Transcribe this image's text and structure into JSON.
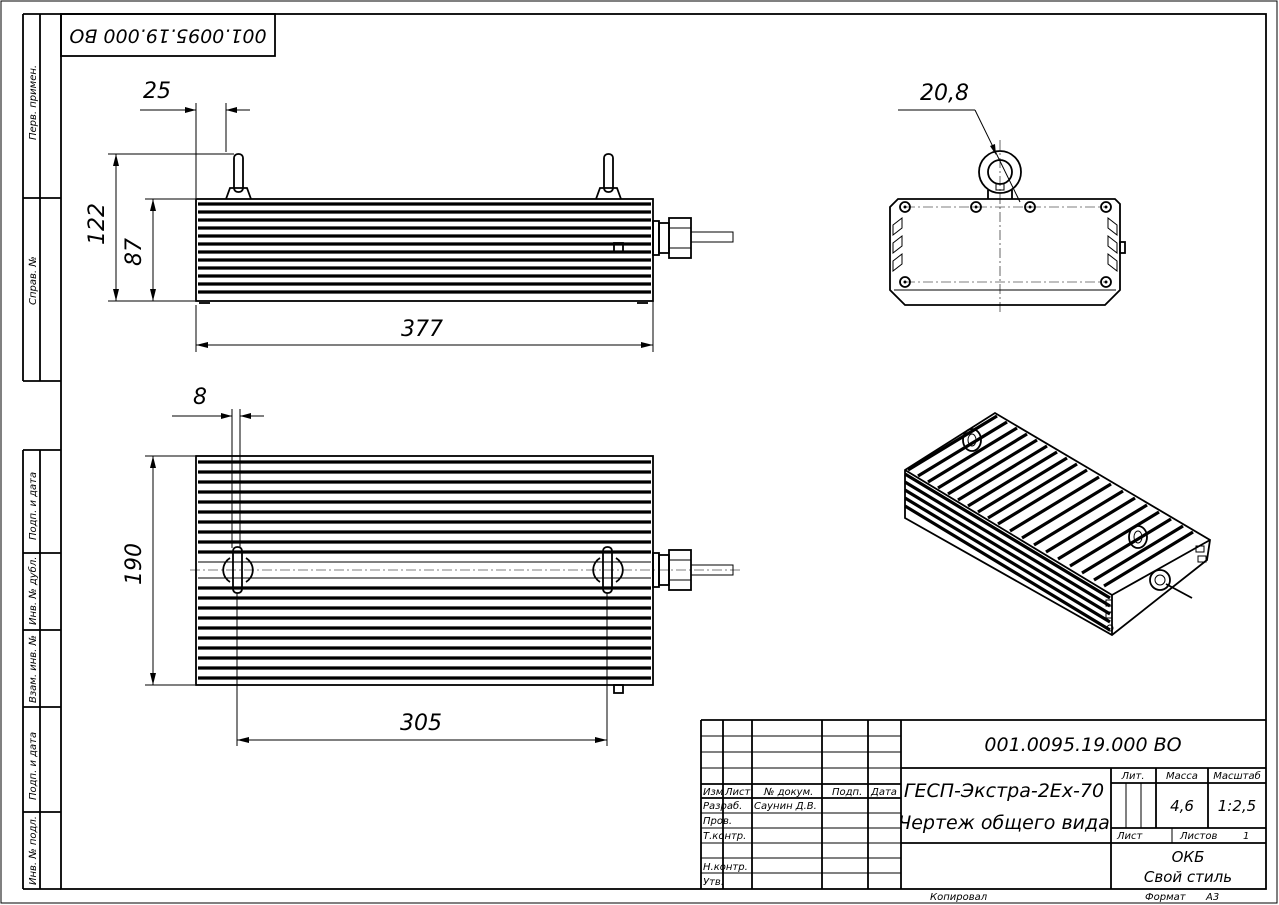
{
  "document": {
    "code_top": "001.0095.19.000 ВО",
    "code_stamp": "001.0095.19.000 ВО",
    "title_line1": "ГЕСП-Экстра-2Ex-70",
    "title_line2": "Чертеж общего вида",
    "organization_line1": "ОКБ",
    "organization_line2": "Свой стиль",
    "copied": "Копировал",
    "format_label": "Формат",
    "format_value": "А3"
  },
  "side_strip": {
    "perv_primen": "Перв. примен.",
    "sprav_no": "Справ. №",
    "podp_data_1": "Подп. и дата",
    "inv_dubl": "Инв. № дубл.",
    "vzam_inv": "Взам. инв. №",
    "podp_data_2": "Подп. и дата",
    "inv_podl": "Инв. № подл."
  },
  "stamp": {
    "col_izm": "Изм",
    "col_list": "Лист",
    "col_doc": "№ докум.",
    "col_podp": "Подп.",
    "col_data": "Дата",
    "row_razrab": "Разраб.",
    "razrab_name": "Саунин Д.В.",
    "row_prov": "Пров.",
    "row_tkontr": "Т.контр.",
    "row_nkontr": "Н.контр.",
    "row_utv": "Утв.",
    "lit_label": "Лит.",
    "mass_label": "Масса",
    "scale_label": "Масштаб",
    "mass_value": "4,6",
    "scale_value": "1:2,5",
    "sheet_label": "Лист",
    "sheets_label": "Листов",
    "sheets_value": "1"
  },
  "dimensions": {
    "top_clearance": "25",
    "overall_height": "122",
    "body_height": "87",
    "overall_length": "377",
    "eye_diameter": "20,8",
    "eyebolt_offset": "8",
    "body_width": "190",
    "eyebolt_spacing": "305"
  }
}
